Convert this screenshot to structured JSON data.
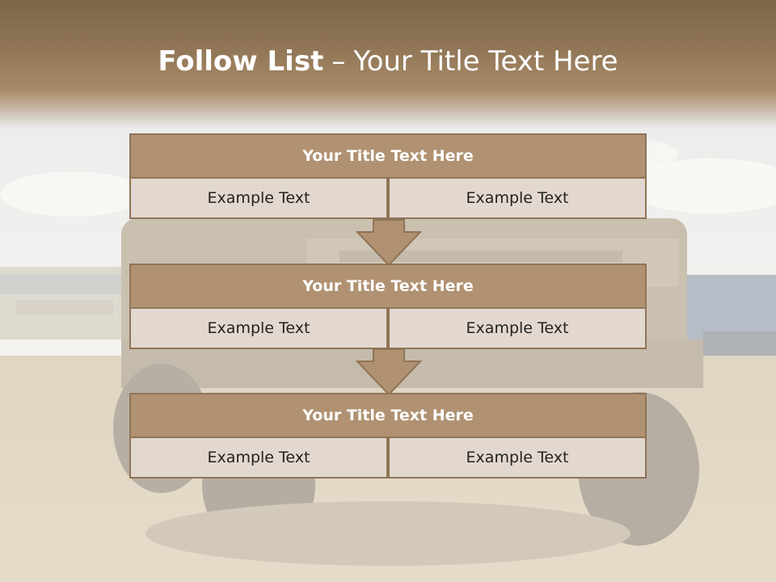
{
  "slide": {
    "title_bold": "Follow List",
    "title_dash": "–",
    "title_rest": "Your Title Text Here"
  },
  "blocks": [
    {
      "title": "Your Title Text Here",
      "cells": [
        "Example Text",
        "Example Text"
      ]
    },
    {
      "title": "Your Title Text Here",
      "cells": [
        "Example Text",
        "Example Text"
      ]
    },
    {
      "title": "Your Title Text Here",
      "cells": [
        "Example Text",
        "Example Text"
      ]
    }
  ],
  "colors": {
    "title_band": "#8f7555",
    "block_header": "#b09272",
    "block_border": "#8f7456",
    "cell_fill": "#e3d8cf",
    "arrow_fill": "#b09272"
  },
  "icons": {
    "connector": "down-arrow-icon"
  }
}
